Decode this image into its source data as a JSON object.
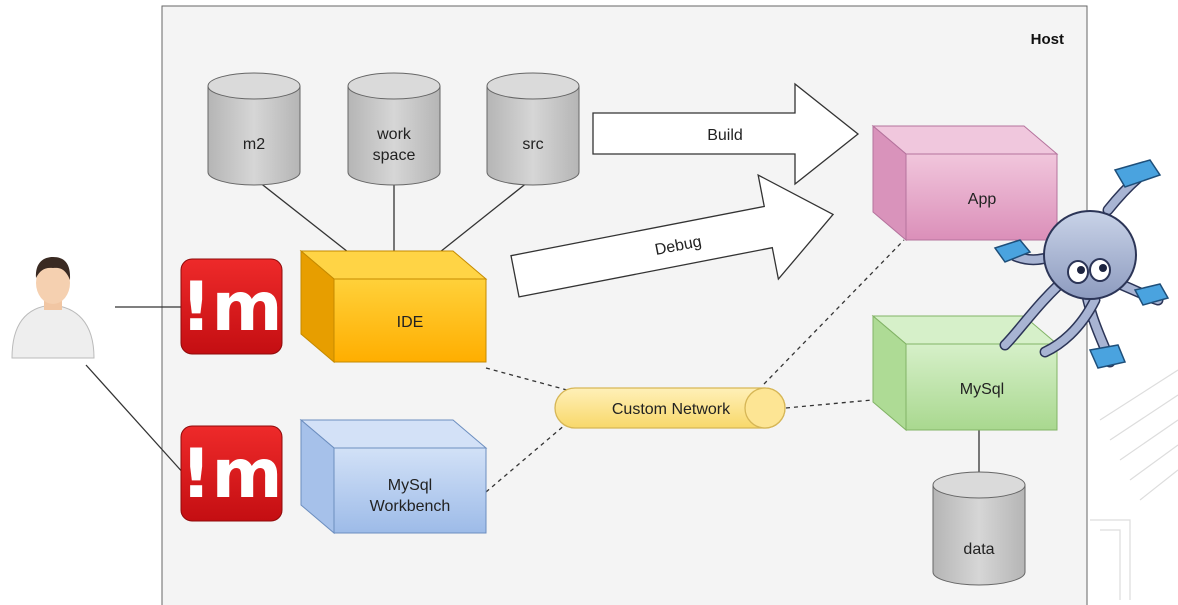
{
  "host": {
    "label": "Host"
  },
  "storage": {
    "m2": "m2",
    "workspace_line1": "work",
    "workspace_line2": "space",
    "src": "src",
    "data": "data"
  },
  "nodes": {
    "ide": "IDE",
    "app": "App",
    "mysql": "MySql",
    "workbench_line1": "MySql",
    "workbench_line2": "Workbench"
  },
  "network": {
    "label": "Custom Network"
  },
  "arrows": {
    "build": "Build",
    "debug": "Debug"
  },
  "icons": {
    "user": "user-avatar-icon",
    "launcher": "red-launcher-icon",
    "launcher_text": "!m",
    "docker": "docker-octopus-icon"
  },
  "colors": {
    "ide": "#ffc20e",
    "app": "#e6a8c8",
    "mysql": "#c5e8b7",
    "workbench": "#b9cff0",
    "network": "#fde594",
    "cylinder": "#c9c9c9",
    "launcher": "#d8141a",
    "host_bg": "#f4f4f4"
  }
}
